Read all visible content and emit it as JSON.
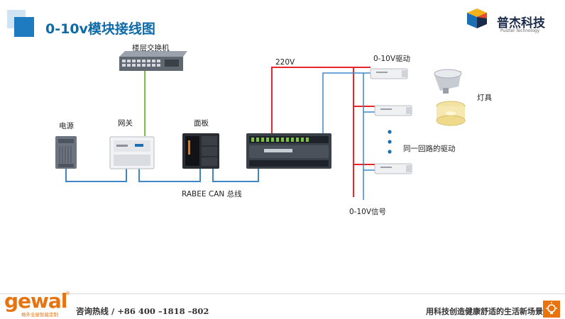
{
  "header": {
    "title": "0-10v模块接线图"
  },
  "brand": {
    "name_cn": "普杰科技",
    "name_en": "Puiztel Technology"
  },
  "labels": {
    "switch": "楼层交换机",
    "power": "电源",
    "gateway": "网关",
    "panel": "面板",
    "bus": "RABEE CAN 总线",
    "v220": "220V",
    "driver": "0-10V驱动",
    "lamp": "灯具",
    "same_loop": "同一回路的驱动",
    "signal": "0-10V信号"
  },
  "footer": {
    "logo": "gewal",
    "logo_reg": "®",
    "logo_sub": "格外全屋智能定制",
    "hotline": "咨询热线 / +86 400 –1818 –802",
    "slogan": "用科技创造健康舒适的生活新场景"
  },
  "colors": {
    "title": "#0e6aa8",
    "bus_line": "#3f86c9",
    "power_line": "#e8262a",
    "network_line": "#7bc143",
    "brand_orange": "#e8740f"
  }
}
